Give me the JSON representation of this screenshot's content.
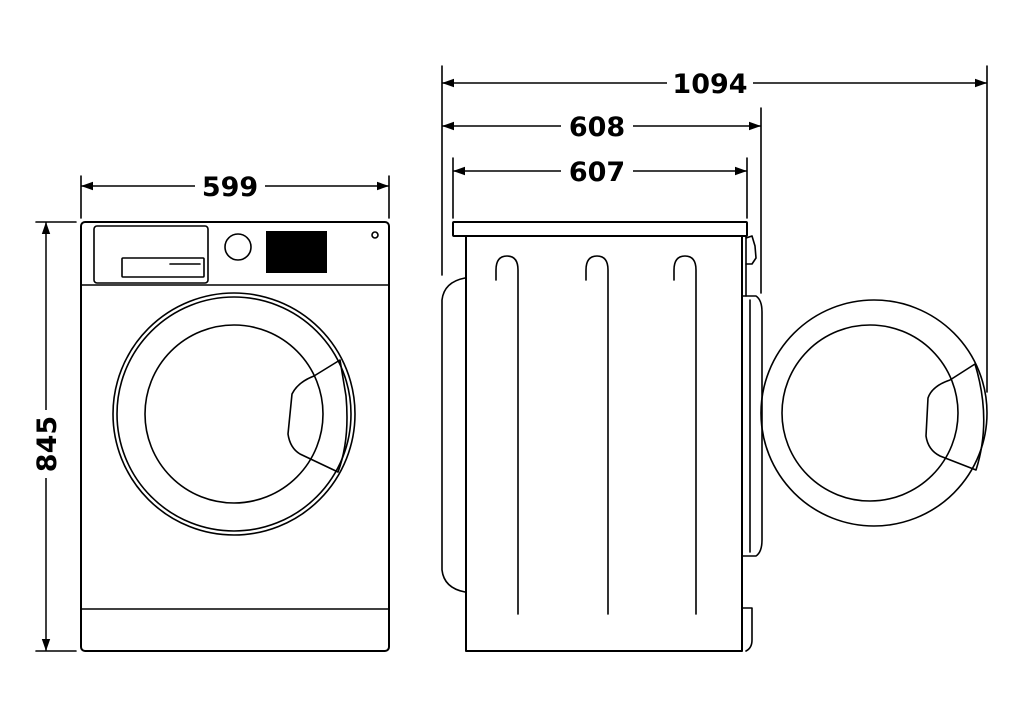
{
  "dimensions": {
    "front_width": "599",
    "height": "845",
    "side_depth_body": "607",
    "side_depth_total": "608",
    "depth_door_open": "1094"
  },
  "colors": {
    "line": "#000000",
    "background": "#ffffff",
    "display": "#000000"
  }
}
